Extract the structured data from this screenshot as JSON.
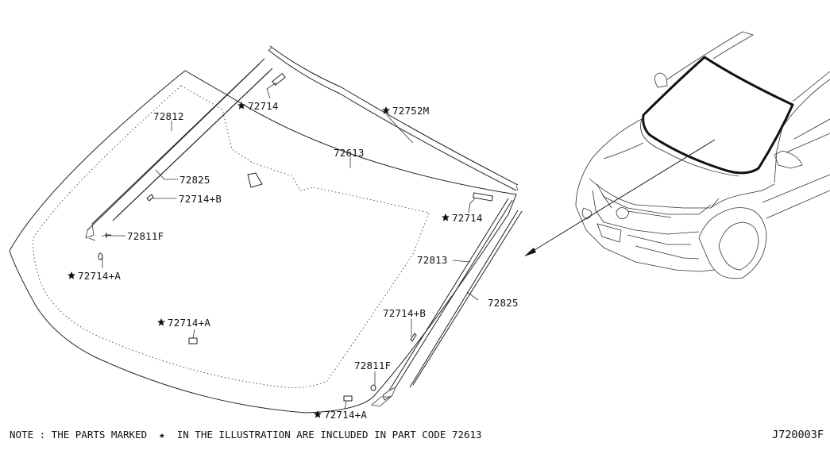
{
  "labels": {
    "p72812": "72812",
    "p72714_top": "72714",
    "p72752m": "72752M",
    "p72613": "72613",
    "p72825_left": "72825",
    "p72714b_left": "72714+B",
    "p72714_right": "72714",
    "p72811f_left": "72811F",
    "p72813": "72813",
    "p72714a_left": "72714+A",
    "p72825_right": "72825",
    "p72714b_right": "72714+B",
    "p72714a_mid": "72714+A",
    "p72811f_right": "72811F",
    "p72714a_bottom": "72714+A"
  },
  "note": {
    "before": "NOTE : THE PARTS MARKED",
    "after": "IN THE ILLUSTRATION ARE INCLUDED IN PART CODE 72613"
  },
  "diagram_code": "J720003F"
}
